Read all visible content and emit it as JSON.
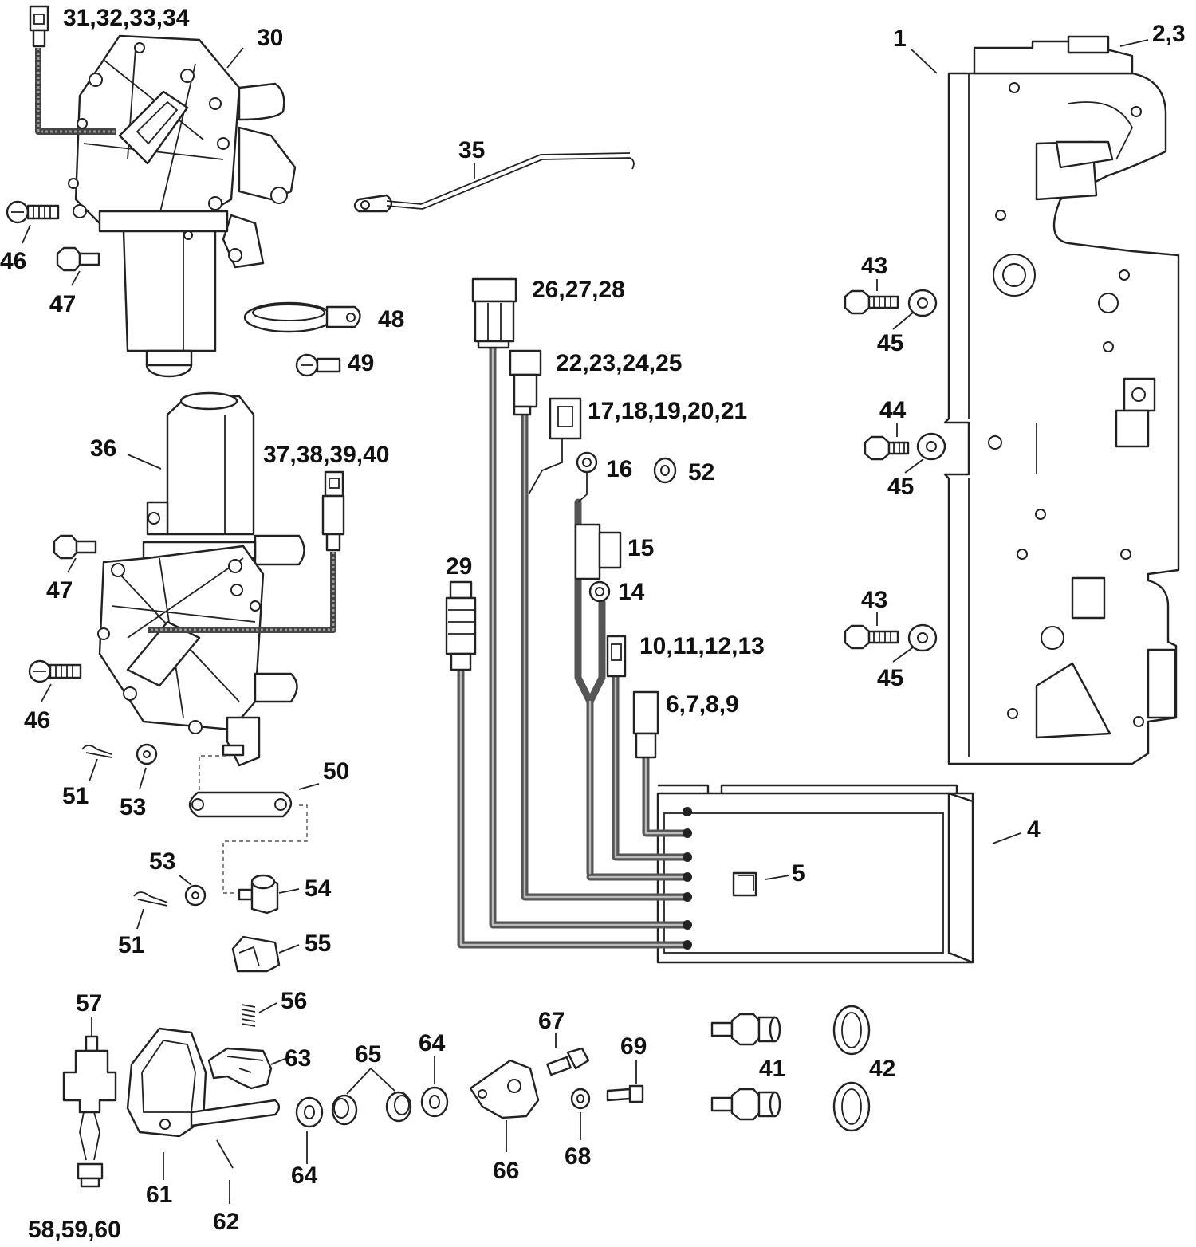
{
  "callouts": [
    {
      "id": "c1",
      "text": "1"
    },
    {
      "id": "c2",
      "text": "2,3"
    },
    {
      "id": "c4",
      "text": "4"
    },
    {
      "id": "c5",
      "text": "5"
    },
    {
      "id": "c6",
      "text": "6,7,8,9"
    },
    {
      "id": "c10",
      "text": "10,11,12,13"
    },
    {
      "id": "c14",
      "text": "14"
    },
    {
      "id": "c15",
      "text": "15"
    },
    {
      "id": "c16",
      "text": "16"
    },
    {
      "id": "c17",
      "text": "17,18,19,20,21"
    },
    {
      "id": "c22",
      "text": "22,23,24,25"
    },
    {
      "id": "c26",
      "text": "26,27,28"
    },
    {
      "id": "c29",
      "text": "29"
    },
    {
      "id": "c30",
      "text": "30"
    },
    {
      "id": "c31",
      "text": "31,32,33,34"
    },
    {
      "id": "c35",
      "text": "35"
    },
    {
      "id": "c36",
      "text": "36"
    },
    {
      "id": "c37",
      "text": "37,38,39,40"
    },
    {
      "id": "c41",
      "text": "41"
    },
    {
      "id": "c42",
      "text": "42"
    },
    {
      "id": "c43a",
      "text": "43"
    },
    {
      "id": "c43b",
      "text": "43"
    },
    {
      "id": "c44",
      "text": "44"
    },
    {
      "id": "c45a",
      "text": "45"
    },
    {
      "id": "c45b",
      "text": "45"
    },
    {
      "id": "c45c",
      "text": "45"
    },
    {
      "id": "c46a",
      "text": "46"
    },
    {
      "id": "c46b",
      "text": "46"
    },
    {
      "id": "c47a",
      "text": "47"
    },
    {
      "id": "c47b",
      "text": "47"
    },
    {
      "id": "c48",
      "text": "48"
    },
    {
      "id": "c49",
      "text": "49"
    },
    {
      "id": "c50",
      "text": "50"
    },
    {
      "id": "c51a",
      "text": "51"
    },
    {
      "id": "c51b",
      "text": "51"
    },
    {
      "id": "c52",
      "text": "52"
    },
    {
      "id": "c53a",
      "text": "53"
    },
    {
      "id": "c53b",
      "text": "53"
    },
    {
      "id": "c54",
      "text": "54"
    },
    {
      "id": "c55",
      "text": "55"
    },
    {
      "id": "c56",
      "text": "56"
    },
    {
      "id": "c57",
      "text": "57"
    },
    {
      "id": "c58",
      "text": "58,59,60"
    },
    {
      "id": "c61",
      "text": "61"
    },
    {
      "id": "c62",
      "text": "62"
    },
    {
      "id": "c63",
      "text": "63"
    },
    {
      "id": "c64a",
      "text": "64"
    },
    {
      "id": "c64b",
      "text": "64"
    },
    {
      "id": "c65",
      "text": "65"
    },
    {
      "id": "c66",
      "text": "66"
    },
    {
      "id": "c67",
      "text": "67"
    },
    {
      "id": "c68",
      "text": "68"
    },
    {
      "id": "c69",
      "text": "69"
    }
  ]
}
